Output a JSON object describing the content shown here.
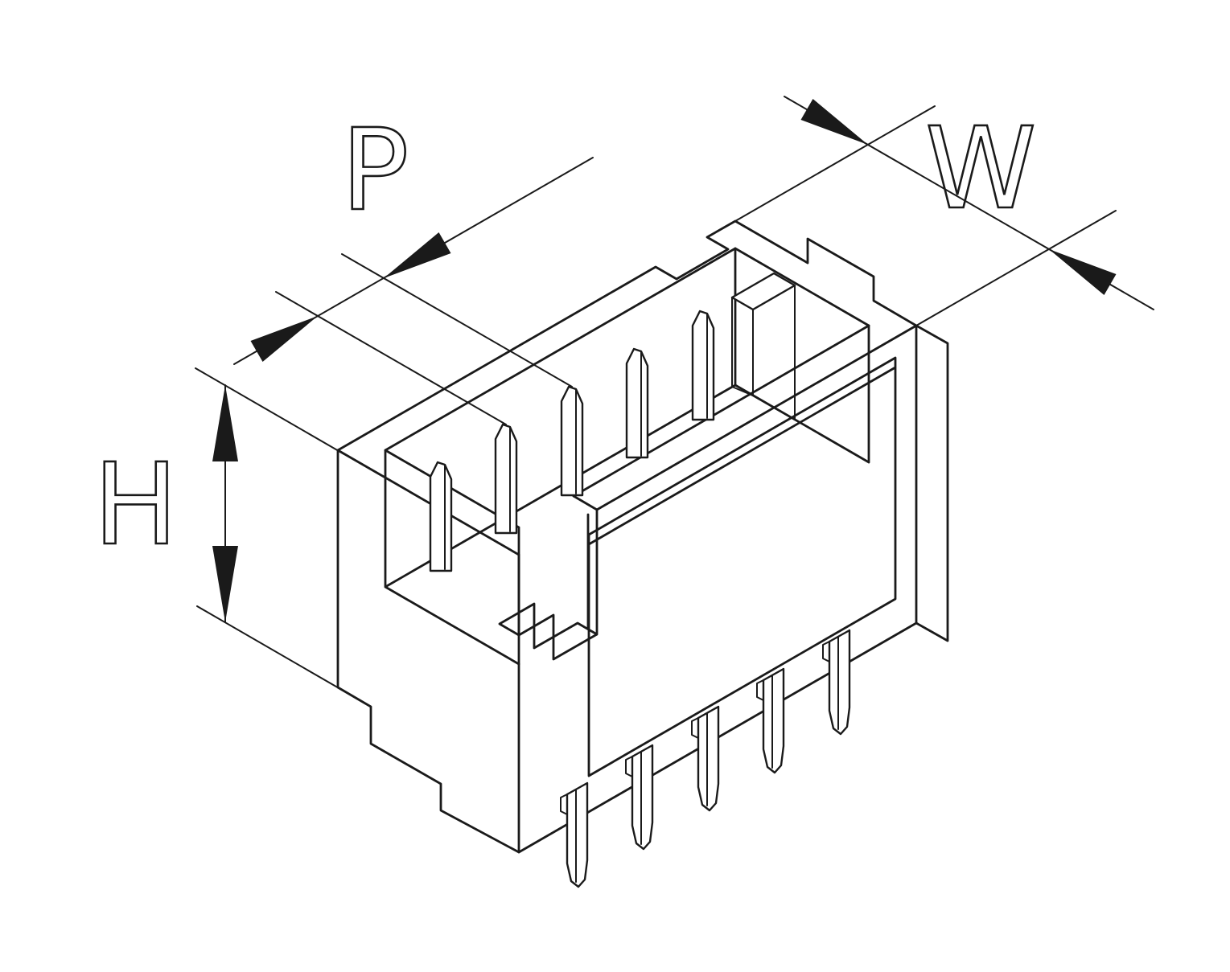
{
  "drawing": {
    "labels": {
      "pitch": "P",
      "width": "W",
      "height": "H"
    },
    "counts": {
      "pins": 5,
      "smd_leads": 5
    },
    "colors": {
      "line": "#1a1a1a",
      "background": "#ffffff"
    }
  }
}
